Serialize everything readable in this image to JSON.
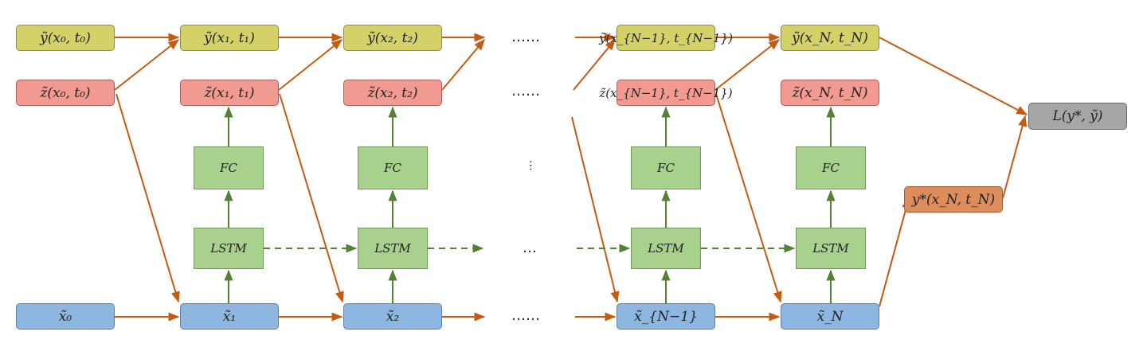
{
  "nodes": {
    "y0": "ỹ(x₀, t₀)",
    "y1": "ỹ(x₁, t₁)",
    "y2": "ỹ(x₂, t₂)",
    "yNm1": "ỹ(x_{N−1}, t_{N−1})",
    "yN": "ỹ(x_N, t_N)",
    "z0": "z̃(x₀, t₀)",
    "z1": "z̃(x₁, t₁)",
    "z2": "z̃(x₂, t₂)",
    "zNm1": "z̃(x_{N−1}, t_{N−1})",
    "zN": "z̃(x_N, t_N)",
    "x0": "x̃₀",
    "x1": "x̃₁",
    "x2": "x̃₂",
    "xNm1": "x̃_{N−1}",
    "xN": "x̃_N",
    "fc": "FC",
    "lstm": "LSTM",
    "ystar": "y*(x_N, t_N)",
    "loss": "L(y*, ỹ)"
  },
  "ellipsis": {
    "horizontal": "……",
    "short": "…",
    "vertical": "⋯"
  },
  "colors": {
    "arrow_orange": "#c55a11",
    "arrow_green": "#548235",
    "y_fill": "#d4d168",
    "z_fill": "#f09a91",
    "x_fill": "#8db6e0",
    "nn_fill": "#a9d18e",
    "ystar_fill": "#db8e5b",
    "loss_fill": "#a6a6a6"
  }
}
